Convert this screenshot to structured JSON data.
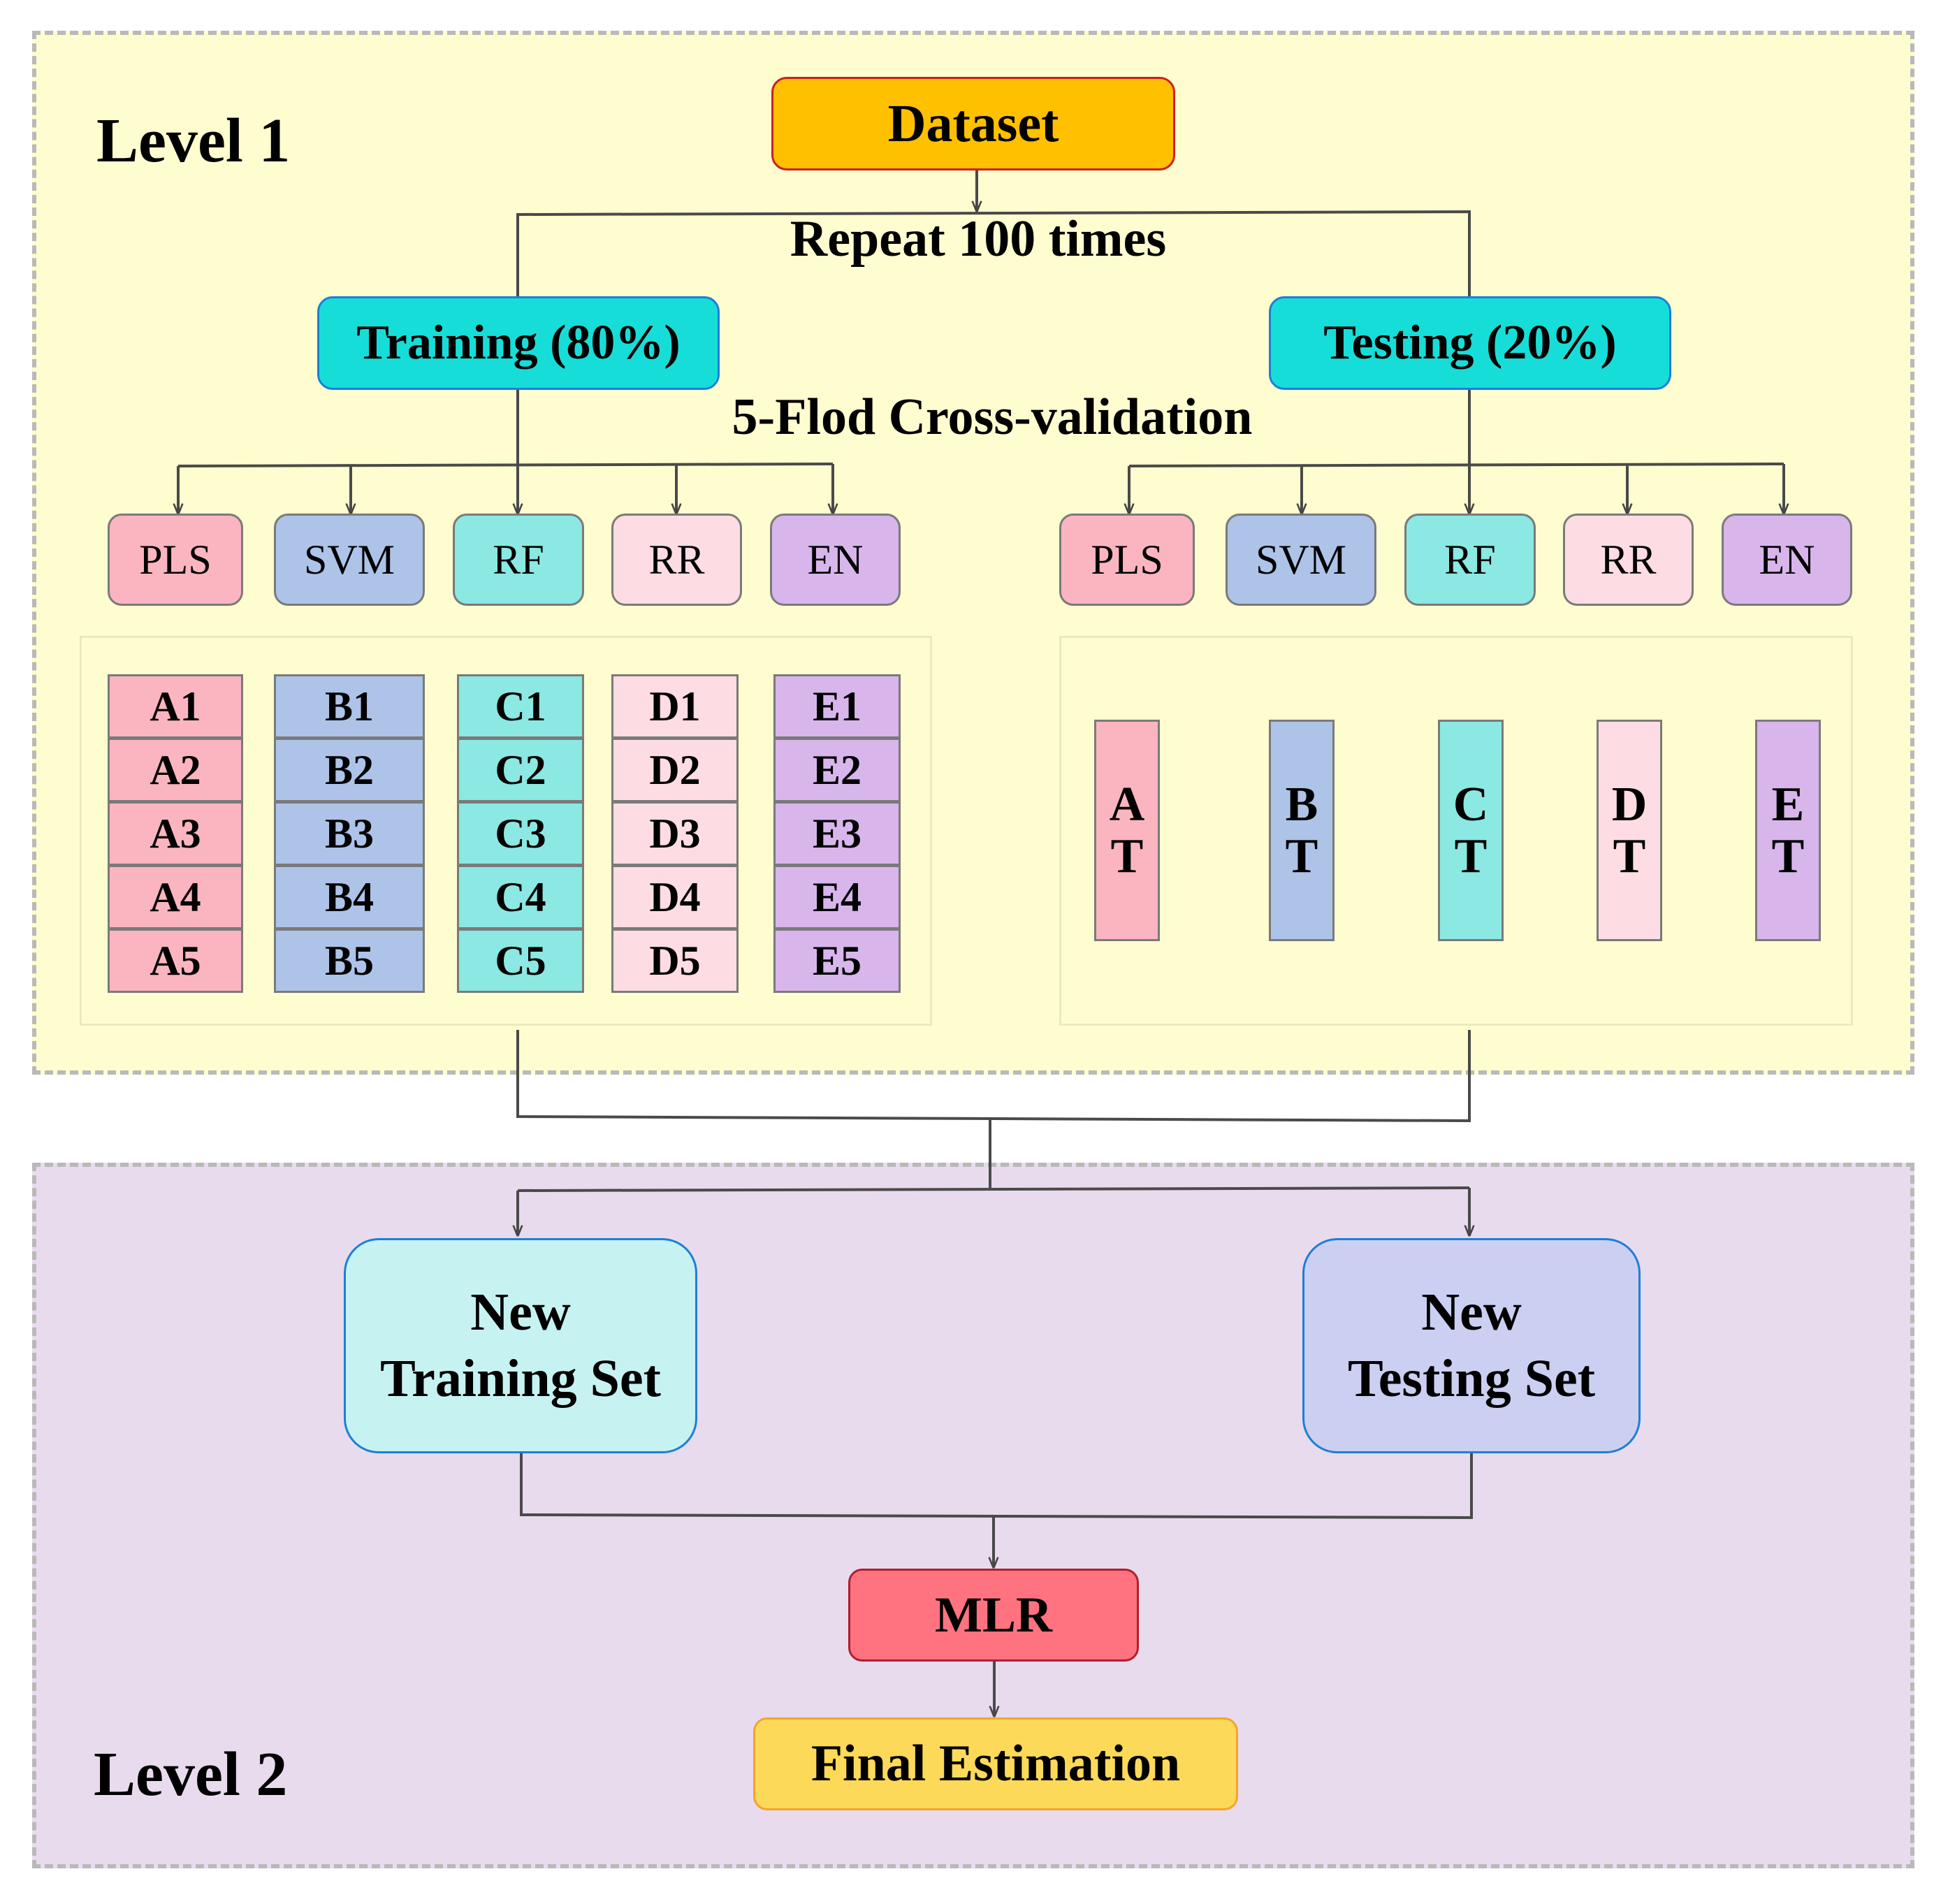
{
  "level1": {
    "label": "Level 1",
    "dataset": "Dataset",
    "repeat": "Repeat 100 times",
    "training": "Training (80%)",
    "testing": "Testing (20%)",
    "cv": "5-Flod Cross-validation",
    "training_models": [
      "PLS",
      "SVM",
      "RF",
      "RR",
      "EN"
    ],
    "testing_models": [
      "PLS",
      "SVM",
      "RF",
      "RR",
      "EN"
    ],
    "folds": [
      [
        "A1",
        "A2",
        "A3",
        "A4",
        "A5"
      ],
      [
        "B1",
        "B2",
        "B3",
        "B4",
        "B5"
      ],
      [
        "C1",
        "C2",
        "C3",
        "C4",
        "C5"
      ],
      [
        "D1",
        "D2",
        "D3",
        "D4",
        "D5"
      ],
      [
        "E1",
        "E2",
        "E3",
        "E4",
        "E5"
      ]
    ],
    "test_predictions": [
      [
        "A",
        "T"
      ],
      [
        "B",
        "T"
      ],
      [
        "C",
        "T"
      ],
      [
        "D",
        "T"
      ],
      [
        "E",
        "T"
      ]
    ]
  },
  "level2": {
    "label": "Level 2",
    "new_training": [
      "New",
      "Training Set"
    ],
    "new_testing": [
      "New",
      "Testing Set"
    ],
    "mlr": "MLR",
    "final": "Final Estimation"
  },
  "colors": {
    "level1_bg": "#fefdcf",
    "level2_bg": "#e9dbee",
    "dataset": "#ffc000",
    "dataset_border": "#cc1f1f",
    "split": "#17ddd8",
    "pls": "#fbb5c0",
    "svm": "#aec3e8",
    "rf": "#8be8e2",
    "rr": "#fddde3",
    "en": "#d8b6ec",
    "new_training": "#c6f3f1",
    "new_testing": "#cbd0f2",
    "mlr": "#ff7380",
    "final": "#fdd95a"
  }
}
